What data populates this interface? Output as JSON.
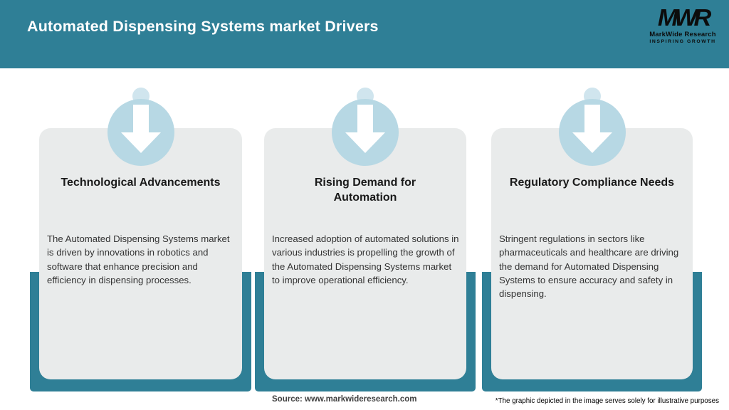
{
  "header": {
    "title": "Automated Dispensing Systems market Drivers",
    "logo": {
      "monogram": "MWR",
      "name": "MarkWide Research",
      "tagline": "INSPIRING GROWTH"
    }
  },
  "cards": [
    {
      "icon": "down-arrow-icon",
      "title": "Technological Advancements",
      "body": "The Automated Dispensing Systems market is driven by innovations in robotics and software that enhance precision and efficiency in dispensing processes."
    },
    {
      "icon": "down-arrow-icon",
      "title": "Rising Demand for\nAutomation",
      "body": "Increased adoption of automated solutions in various industries is propelling the growth of the Automated Dispensing Systems market to improve operational efficiency."
    },
    {
      "icon": "down-arrow-icon",
      "title": "Regulatory Compliance Needs",
      "body": "Stringent regulations in sectors like pharmaceuticals and healthcare are driving the demand for Automated Dispensing Systems to ensure accuracy and safety in dispensing."
    }
  ],
  "footer": {
    "source": "Source: www.markwideresearch.com",
    "disclaimer": "*The graphic depicted in the image serves solely for illustrative purposes"
  },
  "colors": {
    "teal": "#2f7f96",
    "card_background": "#e9ebeb",
    "icon_circle_blue": "#b7d8e4",
    "icon_nub_blue": "#d0e5ee",
    "title_text": "#1a1a1a",
    "body_text": "#333333",
    "header_text": "#ffffff",
    "logo_text": "#0c0c0c"
  }
}
